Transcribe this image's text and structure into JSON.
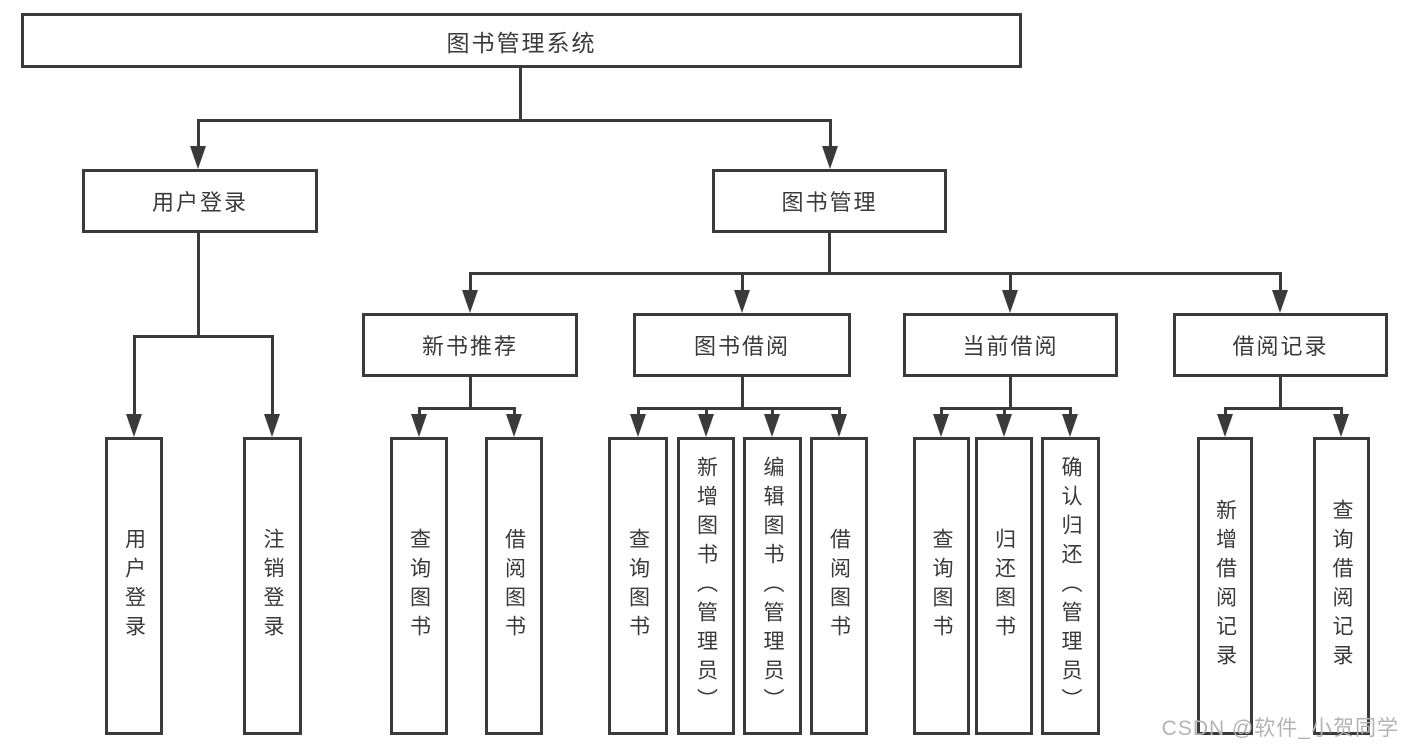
{
  "root": {
    "label": "图书管理系统"
  },
  "level2": [
    {
      "label": "用户登录"
    },
    {
      "label": "图书管理"
    }
  ],
  "level3": [
    {
      "label": "新书推荐"
    },
    {
      "label": "图书借阅"
    },
    {
      "label": "当前借阅"
    },
    {
      "label": "借阅记录"
    }
  ],
  "leaves": {
    "login": [
      "用户登录",
      "注销登录"
    ],
    "new_book": [
      "查询图书",
      "借阅图书"
    ],
    "book_borrow": [
      "查询图书",
      "新增图书（管理员）",
      "编辑图书（管理员）",
      "借阅图书"
    ],
    "current_borrow": [
      "查询图书",
      "归还图书",
      "确认归还（管理员）"
    ],
    "borrow_records": [
      "新增借阅记录",
      "查询借阅记录"
    ]
  },
  "watermark": "CSDN @软件_小贺同学",
  "colors": {
    "line": "#3a3a3a",
    "text": "#3a3a3a",
    "watermark": "#b3b3b3",
    "background": "#ffffff"
  }
}
